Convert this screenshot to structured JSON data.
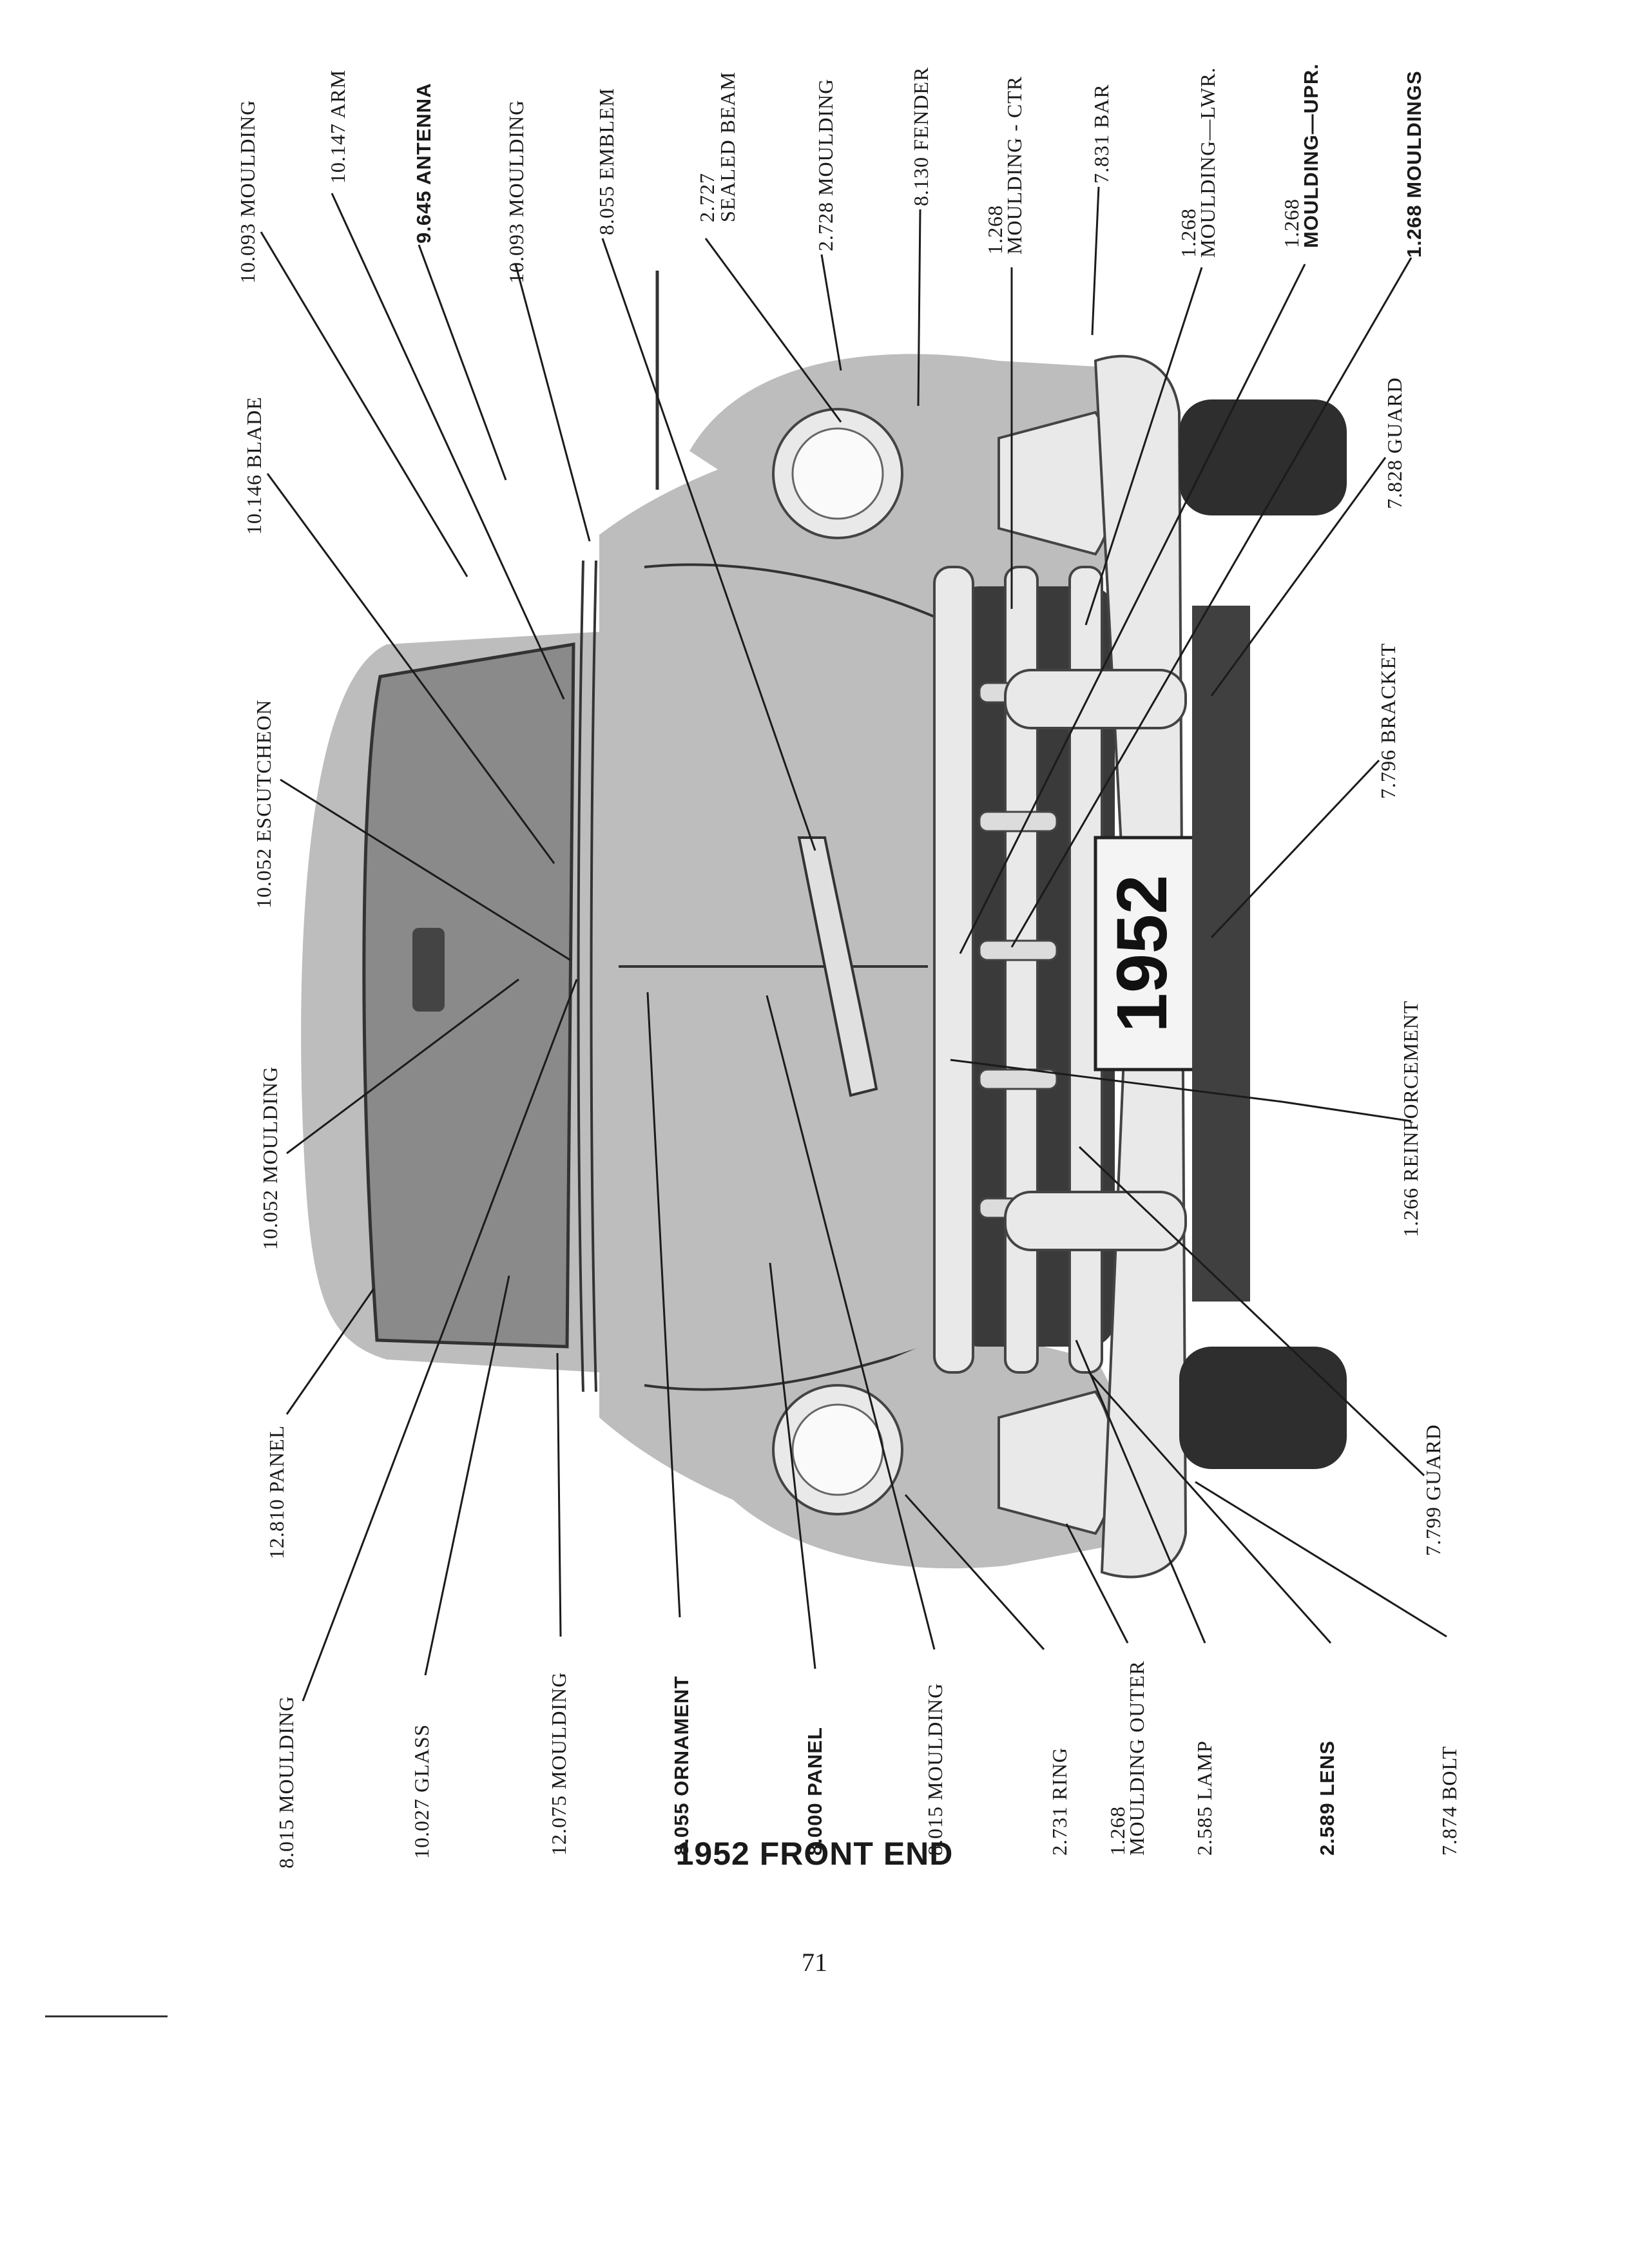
{
  "title": "1952 FRONT END",
  "page_number": "71",
  "plate_text": "1952",
  "labels": [
    {
      "id": "l01",
      "text": "10.093 MOULDING"
    },
    {
      "id": "l02",
      "text": "10.147 ARM"
    },
    {
      "id": "l03",
      "text": "9.645 ANTENNA",
      "bold": true
    },
    {
      "id": "l04",
      "text": "10.093 MOULDING"
    },
    {
      "id": "l05",
      "text": "8.055 EMBLEM"
    },
    {
      "id": "l06a",
      "text": "2.727"
    },
    {
      "id": "l06b",
      "text": "SEALED BEAM"
    },
    {
      "id": "l07",
      "text": "2.728 MOULDING"
    },
    {
      "id": "l08",
      "text": "8.130 FENDER"
    },
    {
      "id": "l09a",
      "text": "1.268"
    },
    {
      "id": "l09b",
      "text": "MOULDING - CTR"
    },
    {
      "id": "l10",
      "text": "7.831 BAR"
    },
    {
      "id": "l11a",
      "text": "1.268"
    },
    {
      "id": "l11b",
      "text": "MOULDING—LWR."
    },
    {
      "id": "l12a",
      "text": "1.268"
    },
    {
      "id": "l12b",
      "text": "MOULDING—UPR.",
      "bold": true
    },
    {
      "id": "l13",
      "text": "1.268 MOULDINGS",
      "bold": true
    },
    {
      "id": "l14",
      "text": "10.146 BLADE"
    },
    {
      "id": "l15",
      "text": "7.828 GUARD"
    },
    {
      "id": "l16",
      "text": "10.052 ESCUTCHEON"
    },
    {
      "id": "l17",
      "text": "7.796 BRACKET"
    },
    {
      "id": "l18",
      "text": "10.052 MOULDING"
    },
    {
      "id": "l19",
      "text": "1.266 REINFORCEMENT"
    },
    {
      "id": "l20",
      "text": "12.810 PANEL"
    },
    {
      "id": "l21",
      "text": "7.799 GUARD"
    },
    {
      "id": "l22",
      "text": "8.015 MOULDING"
    },
    {
      "id": "l23",
      "text": "10.027 GLASS"
    },
    {
      "id": "l24",
      "text": "12.075 MOULDING"
    },
    {
      "id": "l25",
      "text": "8.055 ORNAMENT",
      "bold": true
    },
    {
      "id": "l26",
      "text": "8.000 PANEL",
      "bold": true
    },
    {
      "id": "l27",
      "text": "8.015 MOULDING"
    },
    {
      "id": "l28",
      "text": "2.731 RING"
    },
    {
      "id": "l29a",
      "text": "1.268"
    },
    {
      "id": "l29b",
      "text": "MOULDING OUTER"
    },
    {
      "id": "l30",
      "text": "2.585 LAMP"
    },
    {
      "id": "l31",
      "text": "2.589 LENS",
      "bold": true
    },
    {
      "id": "l32",
      "text": "7.874 BOLT"
    }
  ],
  "colors": {
    "ink": "#1a1a1a",
    "paper": "#ffffff"
  }
}
